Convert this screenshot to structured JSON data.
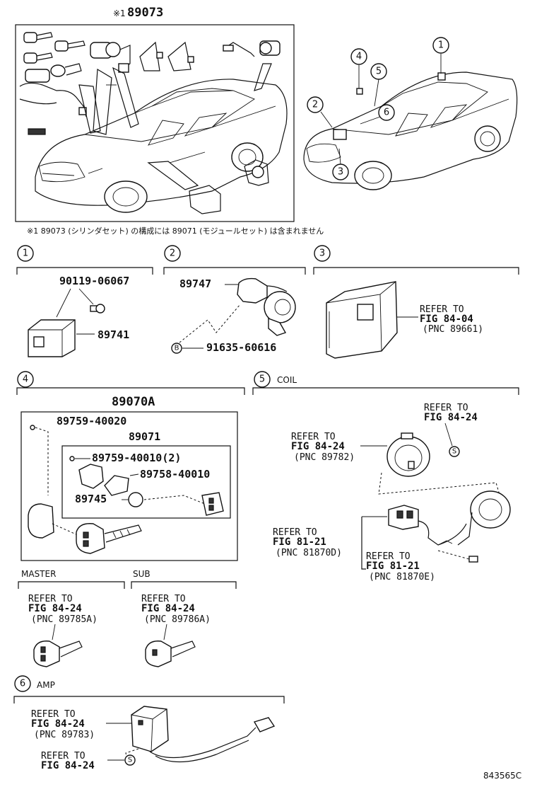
{
  "top": {
    "mark": "※1",
    "part_number": "89073",
    "note": "※1  89073 (シリンダセット) の構成には 89071 (モジュールセット) は含まれません"
  },
  "overview_callouts": [
    "1",
    "2",
    "3",
    "4",
    "5",
    "6"
  ],
  "sections": [
    {
      "id": "1",
      "label": "",
      "parts": [
        "90119-06067",
        "89741"
      ]
    },
    {
      "id": "2",
      "label": "",
      "parts": [
        "89747",
        "91635-60616"
      ],
      "b_mark": "B"
    },
    {
      "id": "3",
      "label": "",
      "refer": {
        "line1": "REFER TO",
        "line2": "FIG 84-04",
        "pnc": "(PNC 89661)"
      }
    },
    {
      "id": "4",
      "label": "",
      "assembly": "89070A",
      "parts": [
        "89759-40020",
        "89071",
        "89759-40010(2)",
        "89758-40010",
        "89745"
      ]
    },
    {
      "id": "5",
      "label": "COIL"
    },
    {
      "id": "6",
      "label": "AMP"
    }
  ],
  "coil_refs": {
    "top_right": {
      "line1": "REFER TO",
      "line2": "FIG 84-24"
    },
    "left": {
      "line1": "REFER TO",
      "line2": "FIG 84-24",
      "pnc": "(PNC 89782)"
    },
    "mid_left": {
      "line1": "REFER TO",
      "line2": "FIG 81-21",
      "pnc": "(PNC 81870D)"
    },
    "mid_right": {
      "line1": "REFER TO",
      "line2": "FIG 81-21",
      "pnc": "(PNC 81870E)"
    },
    "s_mark": "S"
  },
  "keys": {
    "master": {
      "label": "MASTER",
      "line1": "REFER TO",
      "line2": "FIG 84-24",
      "pnc": "(PNC 89785A)"
    },
    "sub": {
      "label": "SUB",
      "line1": "REFER TO",
      "line2": "FIG 84-24",
      "pnc": "(PNC 89786A)"
    }
  },
  "amp_refs": {
    "upper": {
      "line1": "REFER TO",
      "line2": "FIG 84-24",
      "pnc": "(PNC 89783)"
    },
    "lower": {
      "line1": "REFER TO",
      "line2": "FIG 84-24"
    },
    "s_mark": "S"
  },
  "figure_code": "843565C"
}
